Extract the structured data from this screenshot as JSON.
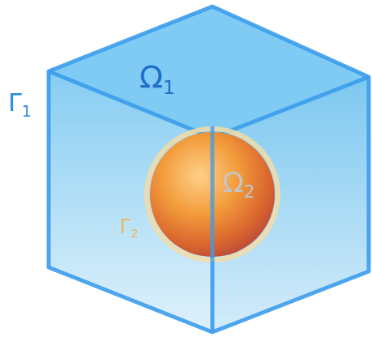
{
  "diagram": {
    "nodes": [
      {
        "text": [
          "Ω1",
          "Γ1"
        ]
      },
      {
        "text": [
          "Ω2",
          "Γ2"
        ],
        "in": 0
      }
    ]
  }
}
